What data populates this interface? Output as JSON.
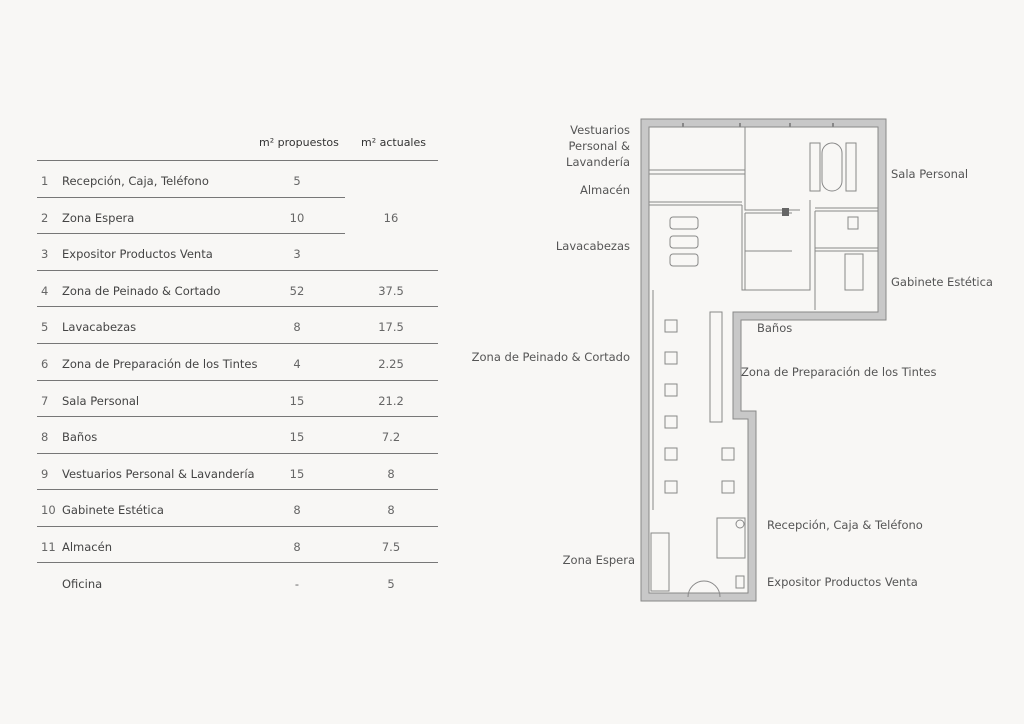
{
  "table": {
    "header_proposed": "m² propuestos",
    "header_actual": "m² actuales",
    "rows": [
      {
        "num": "1",
        "label": "Recepción, Caja, Teléfono",
        "proposed": "5",
        "actual": ""
      },
      {
        "num": "2",
        "label": "Zona Espera",
        "proposed": "10",
        "actual": "16"
      },
      {
        "num": "3",
        "label": "Expositor Productos Venta",
        "proposed": "3",
        "actual": ""
      },
      {
        "num": "4",
        "label": "Zona de Peinado & Cortado",
        "proposed": "52",
        "actual": "37.5"
      },
      {
        "num": "5",
        "label": "Lavacabezas",
        "proposed": "8",
        "actual": "17.5"
      },
      {
        "num": "6",
        "label": "Zona de Preparación de los Tintes",
        "proposed": "4",
        "actual": "2.25"
      },
      {
        "num": "7",
        "label": "Sala Personal",
        "proposed": "15",
        "actual": "21.2"
      },
      {
        "num": "8",
        "label": "Baños",
        "proposed": "15",
        "actual": "7.2"
      },
      {
        "num": "9",
        "label": "Vestuarios Personal & Lavandería",
        "proposed": "15",
        "actual": "8"
      },
      {
        "num": "10",
        "label": "Gabinete Estética",
        "proposed": "8",
        "actual": "8"
      },
      {
        "num": "11",
        "label": "Almacén",
        "proposed": "8",
        "actual": "7.5"
      },
      {
        "num": "",
        "label": "Oficina",
        "proposed": "-",
        "actual": "5"
      }
    ]
  },
  "plan_labels": {
    "vestuarios_1": "Vestuarios",
    "vestuarios_2": "Personal &",
    "vestuarios_3": "Lavandería",
    "almacen": "Almacén",
    "lavacabezas": "Lavacabezas",
    "peinado": "Zona de Peinado & Cortado",
    "espera": "Zona Espera",
    "sala": "Sala Personal",
    "gabinete": "Gabinete Estética",
    "banos": "Baños",
    "tintes": "Zona de Preparación de los Tintes",
    "recepcion": "Recepción, Caja & Teléfono",
    "expositor": "Expositor Productos Venta"
  }
}
